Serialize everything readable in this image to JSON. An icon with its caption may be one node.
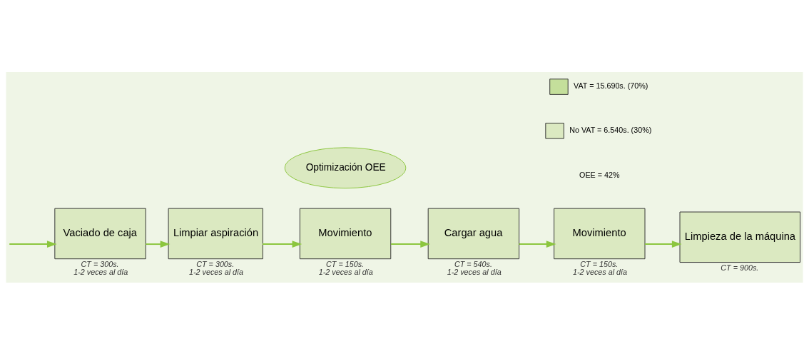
{
  "diagram": {
    "nodes": [
      {
        "text": [
          "Optimización OEE"
        ]
      },
      {
        "text": [
          "Vaciado de caja"
        ],
        "beside": [
          "CT = 300s.",
          "1-2 veces al día"
        ]
      },
      {
        "text": [
          "Limpiar aspiración"
        ],
        "beside": [
          "CT = 300s.",
          "1-2 veces al día"
        ]
      },
      {
        "text": [
          "Movimiento"
        ],
        "beside": [
          "CT = 150s.",
          "1-2 veces al día"
        ]
      },
      {
        "text": [
          "Cargar agua"
        ],
        "beside": [
          "CT = 540s.",
          "1-2 veces al día"
        ]
      },
      {
        "text": [
          "Movimiento"
        ],
        "beside": [
          "CT = 150s.",
          "1-2 veces al día"
        ]
      },
      {
        "text": [
          "Limpieza de la máquina"
        ],
        "beside": [
          "CT = 900s."
        ]
      }
    ],
    "edges": [
      {
        "from": null,
        "to": 1,
        "arrow": "to"
      },
      {
        "from": 1,
        "to": 2,
        "arrow": "to"
      },
      {
        "from": 2,
        "to": 3,
        "arrow": "to"
      },
      {
        "from": 3,
        "to": 4,
        "arrow": "to"
      },
      {
        "from": 4,
        "to": 5,
        "arrow": "to"
      },
      {
        "from": 5,
        "to": 6,
        "arrow": "to"
      }
    ],
    "labels": [
      "OEE = 42%"
    ],
    "legend": [
      {
        "text": "VAT = 15.690s. (70%)",
        "color": "#c4df9b"
      },
      {
        "text": "No VAT = 6.540s. (30%)",
        "color": "#dbe9c1"
      }
    ]
  }
}
